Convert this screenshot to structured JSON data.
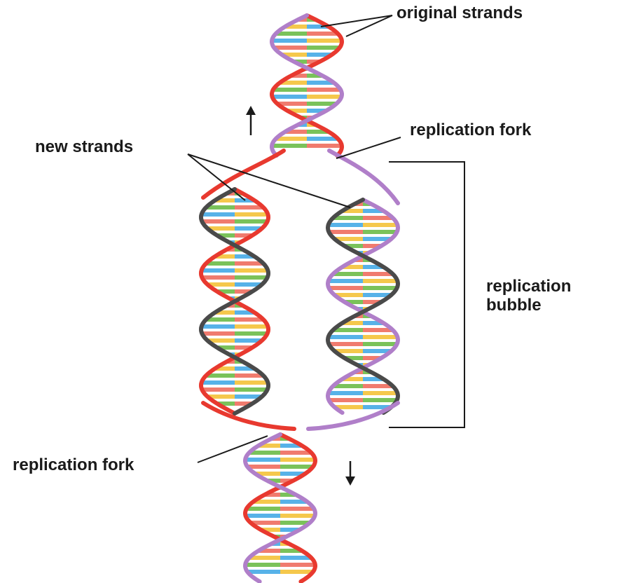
{
  "labels": {
    "original_strands": "original strands",
    "replication_fork_top": "replication fork",
    "new_strands": "new strands",
    "replication_bubble_line1": "replication",
    "replication_bubble_line2": "bubble",
    "replication_fork_bottom": "replication fork"
  },
  "colors": {
    "original_strand_a": "#e8392f",
    "original_strand_b": "#b07fc9",
    "new_strand_left": "#4a4a4a",
    "new_strand_right": "#4a4a4a",
    "base_pairs": [
      "#f07b6e",
      "#f5c84c",
      "#7ac25a",
      "#57b2e8"
    ],
    "annotation": "#1a1a1a"
  },
  "icons": {
    "up_arrow": "up-arrow-icon",
    "down_arrow": "down-arrow-icon"
  }
}
